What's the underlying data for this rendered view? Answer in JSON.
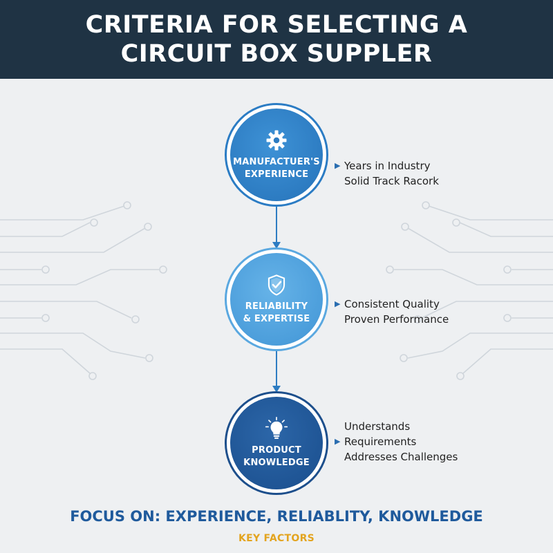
{
  "header": {
    "title_line1": "CRITERIA FOR SELECTING A",
    "title_line2": "CIRCUIT BOX SUPPLER"
  },
  "steps": [
    {
      "icon": "gear-icon",
      "label_line1": "MANUFACTUER'S",
      "label_line2": "EXPERIENCE",
      "points": [
        "Years in Industry",
        "Solid Track Racork"
      ]
    },
    {
      "icon": "shield-check-icon",
      "label_line1": "RELIABILITY",
      "label_line2": "& EXPERTISE",
      "points": [
        "Consistent Quality",
        "Proven Performance"
      ]
    },
    {
      "icon": "lightbulb-icon",
      "label_line1": "PRODUCT",
      "label_line2": "KNOWLEDGE",
      "points": [
        "Understands",
        "Requirements",
        "Addresses Challenges"
      ]
    }
  ],
  "footer": {
    "focus": "FOCUS ON: EXPERIENCE, RELIABLITY, KNOWLEDGE",
    "key_factors": "KEY FACTORS"
  },
  "colors": {
    "header_bg": "#1f3344",
    "step1": "#2d7cc2",
    "step2": "#4c9edb",
    "step3": "#1f5595",
    "accent_blue": "#1f5a9c",
    "accent_gold": "#e3a41f"
  }
}
